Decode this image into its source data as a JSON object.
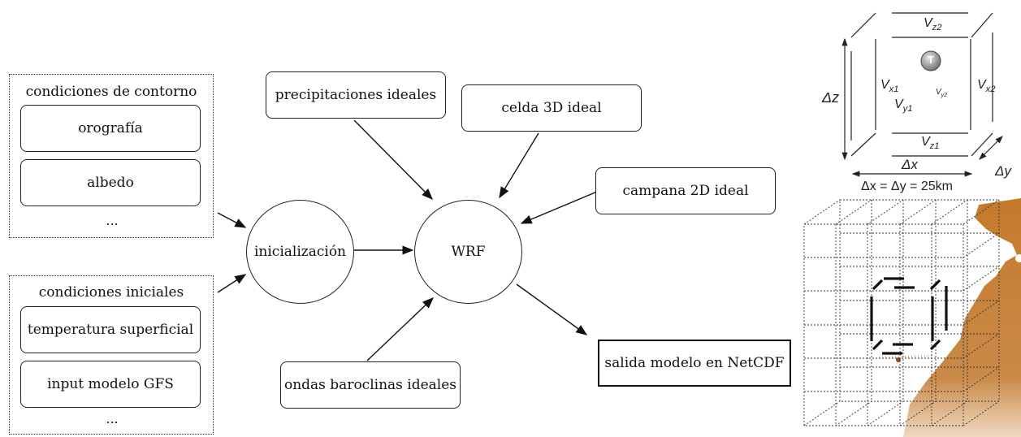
{
  "boundary_group": {
    "title": "condiciones de contorno",
    "items": [
      "orografía",
      "albedo"
    ],
    "ellipsis": "..."
  },
  "initial_group": {
    "title": "condiciones iniciales",
    "items": [
      "temperatura superficial",
      "input modelo GFS"
    ],
    "ellipsis": "..."
  },
  "nodes": {
    "init": "inicialización",
    "wrf": "WRF",
    "precip": "precipitaciones ideales",
    "cell3d": "celda 3D ideal",
    "bell2d": "campana 2D ideal",
    "baroclinic": "ondas baroclinas ideales",
    "output": "salida modelo en NetCDF"
  },
  "cell_diagram": {
    "t_symbol": "T",
    "vz2": "Vz2",
    "vz1": "Vz1",
    "vx1": "Vx1",
    "vx2": "Vx2",
    "vy1": "Vy1",
    "vy2": "Vy2",
    "dz": "Δz",
    "dx": "Δx",
    "dy": "Δy",
    "resolution": "Δx = Δy = 25km"
  },
  "colors": {
    "land": "#c47a2c",
    "ink": "#222222"
  }
}
